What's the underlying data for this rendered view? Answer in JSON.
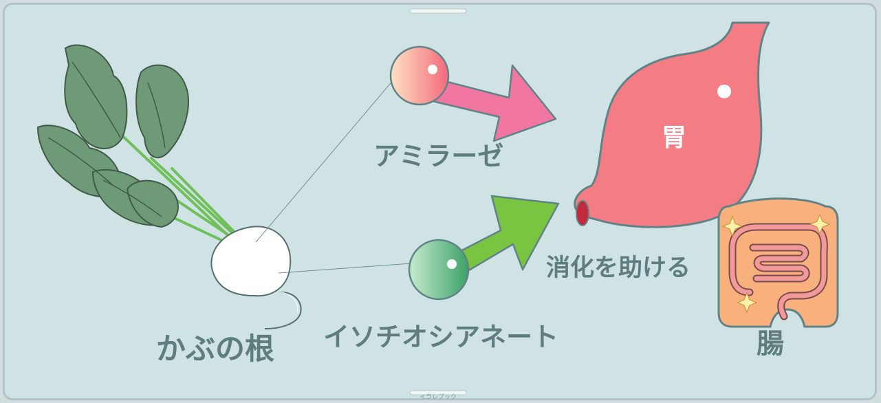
{
  "labels": {
    "turnip_root": "かぶの根",
    "amylase": "アミラーゼ",
    "isothiocyanate": "イソチオシアネート",
    "aids_digestion": "消化を助ける",
    "stomach": "胃",
    "intestine": "腸"
  },
  "credit": "イラレブック",
  "colors": {
    "background": "#cfe2e4",
    "label_text": "#5f7d7f",
    "amylase_arrow": "#f276a2",
    "isothiocyanate_arrow": "#79c441",
    "stomach": "#f47c85",
    "intestine_box": "#f8b07c",
    "leaf": "#6f9a78"
  }
}
